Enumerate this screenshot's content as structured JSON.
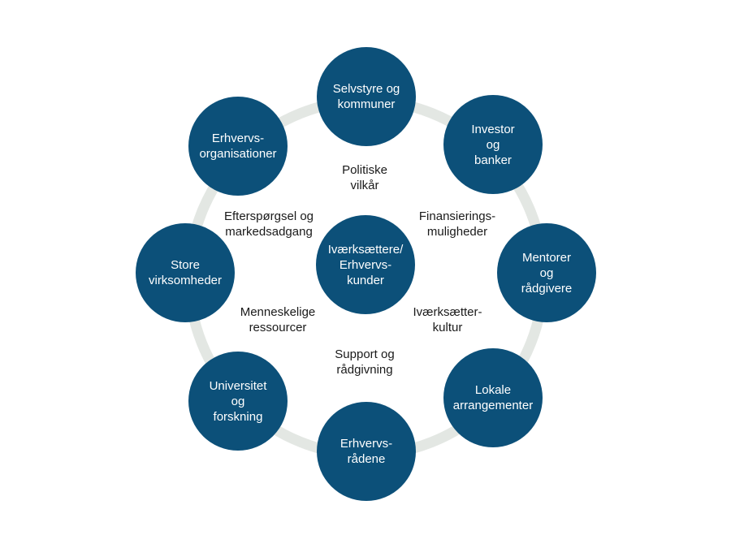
{
  "colors": {
    "node": "#0c5079",
    "ring": "#e3e7e3",
    "text_dark": "#1a1a1a"
  },
  "center": {
    "label": "Iværksættere/\nErhvervs-\nkunder"
  },
  "nodes": [
    {
      "label": "Selvstyre og\nkommuner"
    },
    {
      "label": "Investor\nog\nbanker"
    },
    {
      "label": "Mentorer\nog\nrådgivere"
    },
    {
      "label": "Lokale\narrangementer"
    },
    {
      "label": "Erhvervs-\nrådene"
    },
    {
      "label": "Universitet\nog\nforskning"
    },
    {
      "label": "Store\nvirksomheder"
    },
    {
      "label": "Erhvervs-\norganisationer"
    }
  ],
  "inner_labels": [
    {
      "label": "Politiske\nvilkår"
    },
    {
      "label": "Finansierings-\nmuligheder"
    },
    {
      "label": "Iværksætter-\nkultur"
    },
    {
      "label": "Support og\nrådgivning"
    },
    {
      "label": "Menneskelige\nressourcer"
    },
    {
      "label": "Efterspørgsel og\nmarkedsadgang"
    }
  ]
}
